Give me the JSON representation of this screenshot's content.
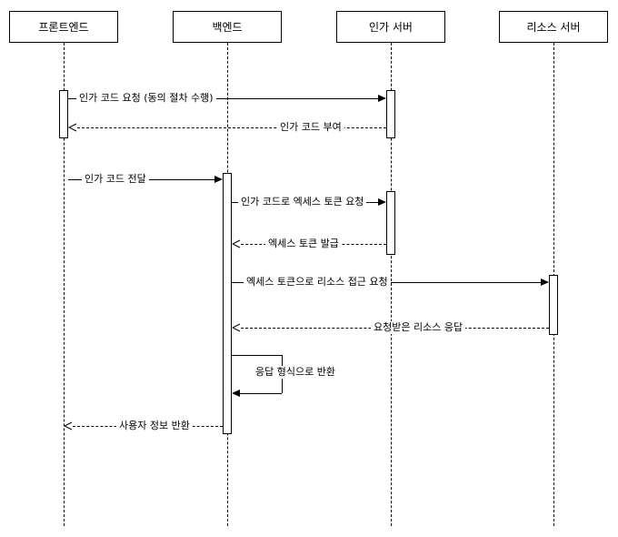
{
  "diagram": {
    "type": "sequence-diagram",
    "participants": [
      {
        "label": "프론트엔드"
      },
      {
        "label": "백엔드"
      },
      {
        "label": "인가 서버"
      },
      {
        "label": "리소스 서버"
      }
    ],
    "messages": [
      {
        "label": "인가 코드 요청 (동의 절차 수행)",
        "from": "프론트엔드",
        "to": "인가 서버",
        "line": "solid"
      },
      {
        "label": "인가 코드 부여",
        "from": "인가 서버",
        "to": "프론트엔드",
        "line": "dashed"
      },
      {
        "label": "인가 코드 전달",
        "from": "프론트엔드",
        "to": "백엔드",
        "line": "solid"
      },
      {
        "label": "인가 코드로 엑세스 토큰 요청",
        "from": "백엔드",
        "to": "인가 서버",
        "line": "solid"
      },
      {
        "label": "엑세스 토큰 발급",
        "from": "인가 서버",
        "to": "백엔드",
        "line": "dashed"
      },
      {
        "label": "엑세스 토큰으로 리소스 접근 요청",
        "from": "백엔드",
        "to": "리소스 서버",
        "line": "solid"
      },
      {
        "label": "요청받은 리소스 응답",
        "from": "리소스 서버",
        "to": "백엔드",
        "line": "dashed"
      },
      {
        "label": "응답 형식으로 반환",
        "from": "백엔드",
        "to": "백엔드",
        "line": "self"
      },
      {
        "label": "사용자 정보 반환",
        "from": "백엔드",
        "to": "프론트엔드",
        "line": "dashed"
      }
    ],
    "colors": {
      "line": "#000000",
      "background": "#ffffff"
    }
  }
}
